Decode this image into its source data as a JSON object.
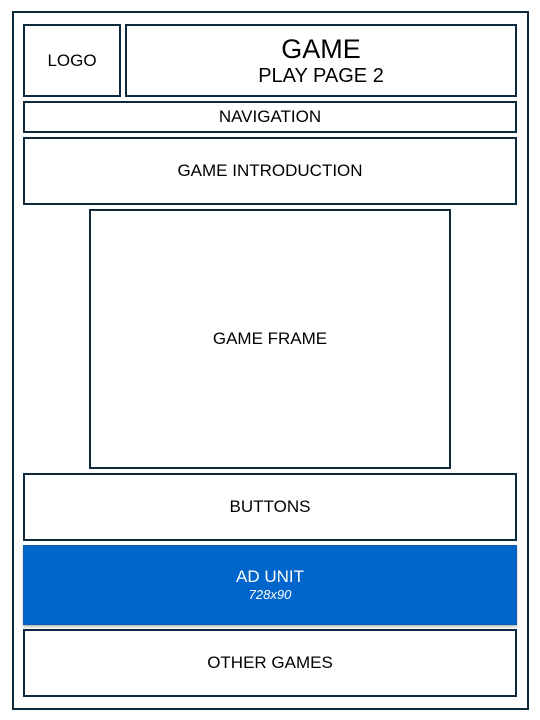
{
  "header": {
    "logo_label": "LOGO",
    "title_line1": "GAME",
    "title_line2": "PLAY PAGE 2"
  },
  "navigation": {
    "label": "NAVIGATION"
  },
  "intro": {
    "label": "GAME INTRODUCTION"
  },
  "game_frame": {
    "label": "GAME FRAME"
  },
  "buttons": {
    "label": "BUTTONS"
  },
  "ad_unit": {
    "label": "AD UNIT",
    "size": "728x90",
    "color": "#0066cc"
  },
  "other_games": {
    "label": "OTHER GAMES"
  },
  "colors": {
    "border": "#0f2a3a",
    "background": "#ffffff"
  }
}
